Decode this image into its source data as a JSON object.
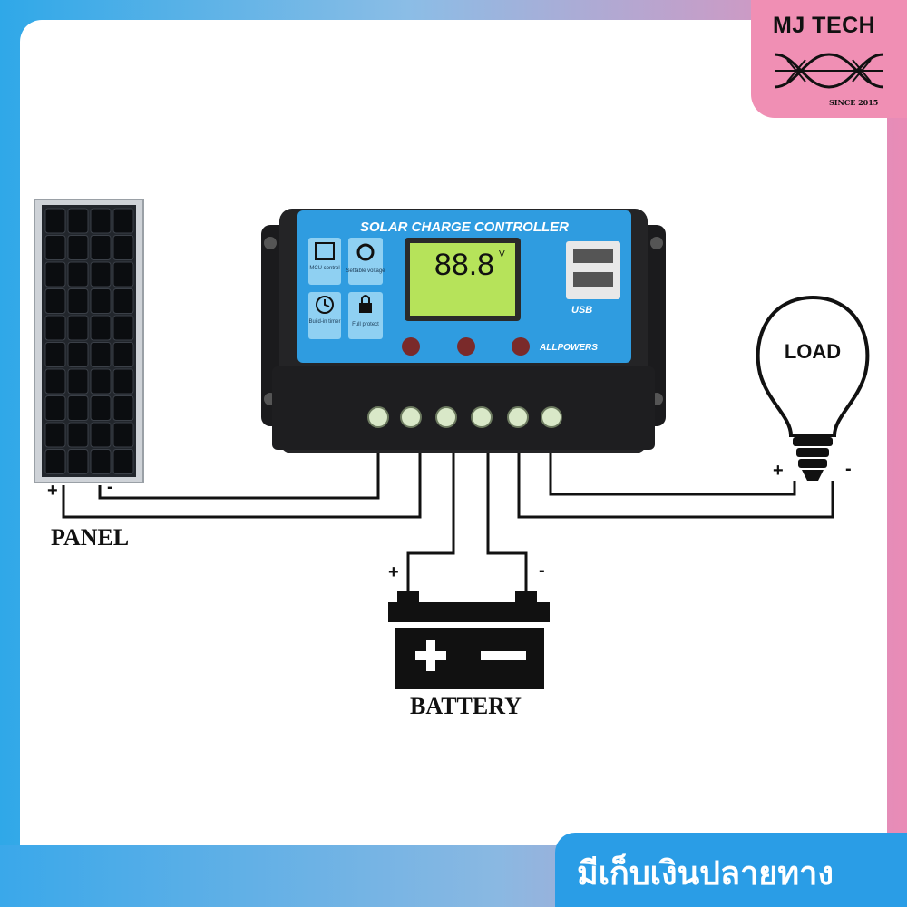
{
  "brand": {
    "name": "MJ TECH",
    "tagline": "SINCE 2015"
  },
  "controller": {
    "title": "SOLAR CHARGE CONTROLLER",
    "display_value": "88.8",
    "display_unit": "V",
    "features": [
      {
        "icon": "chip-icon",
        "label": "MCU control"
      },
      {
        "icon": "gear-icon",
        "label": "Settable voltage"
      },
      {
        "icon": "clock-icon",
        "label": "Build-in timer"
      },
      {
        "icon": "lock-icon",
        "label": "Full protect"
      }
    ],
    "usb_label": "USB",
    "maker": "ALLPOWERS"
  },
  "labels": {
    "panel": "PANEL",
    "battery": "BATTERY",
    "load": "LOAD",
    "plus": "+",
    "minus": "-"
  },
  "footer": {
    "text": "มีเก็บเงินปลายทาง"
  },
  "colors": {
    "controller_blue": "#2f9ce0",
    "lcd_green": "#b6e35a",
    "pink": "#f08fb4"
  }
}
